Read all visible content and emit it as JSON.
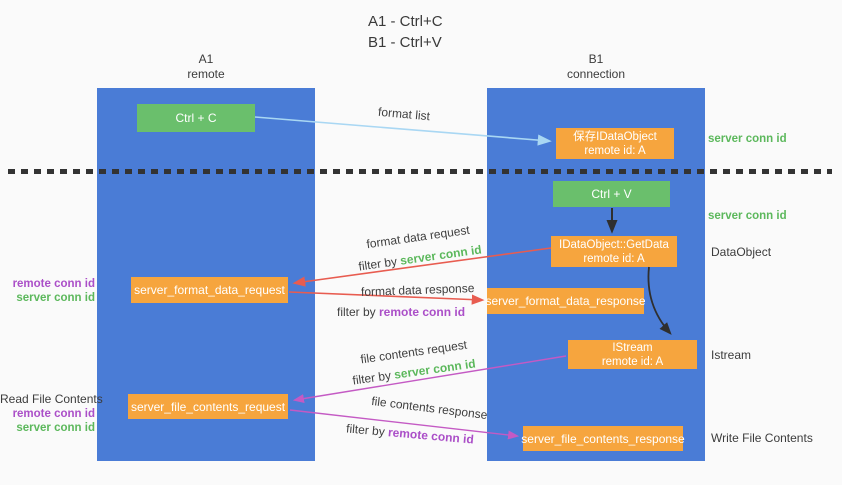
{
  "title": {
    "line1": "A1 - Ctrl+C",
    "line2": "B1 - Ctrl+V"
  },
  "columns": {
    "left": {
      "name": "A1",
      "subtitle": "remote"
    },
    "right": {
      "name": "B1",
      "subtitle": "connection"
    }
  },
  "nodes": {
    "ctrl_c": {
      "label": "Ctrl + C"
    },
    "save_dataobject": {
      "line1": "保存IDataObject",
      "line2": "remote id: A"
    },
    "ctrl_v": {
      "label": "Ctrl + V"
    },
    "getdata": {
      "line1": "IDataObject::GetData",
      "line2": "remote id: A"
    },
    "format_request": {
      "label": "server_format_data_request"
    },
    "format_response": {
      "label": "server_format_data_response"
    },
    "istream": {
      "line1": "IStream",
      "line2": "remote id: A"
    },
    "file_request": {
      "label": "server_file_contents_request"
    },
    "file_response": {
      "label": "server_file_contents_response"
    }
  },
  "arrow_labels": {
    "format_list": "format list",
    "format_data_request": "format data request",
    "format_data_response": "format data response",
    "file_contents_request": "file contents request",
    "file_contents_response": "file contents response",
    "filter_by": "filter by ",
    "server_conn_id": "server conn id",
    "remote_conn_id": "remote conn id"
  },
  "side_labels": {
    "server_conn_id": "server conn id",
    "remote_conn_id": "remote conn id",
    "dataobject": "DataObject",
    "istream": "Istream",
    "read_file_contents": "Read File Contents",
    "write_file_contents": "Write File Contents"
  },
  "colors": {
    "column_blue": "#4a7cd6",
    "box_orange": "#f6a53e",
    "box_green": "#6abf6c",
    "text_green": "#5cb85c",
    "text_purple": "#ab4fc8",
    "arrow_red": "#e85c50",
    "arrow_magenta": "#c45ac4",
    "arrow_lightblue": "#a9d7f3",
    "arrow_black": "#2f2f2f"
  }
}
